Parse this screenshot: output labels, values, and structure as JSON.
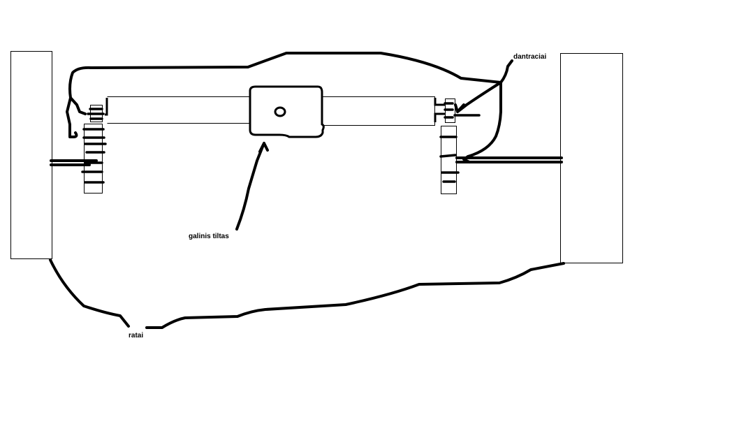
{
  "labels": {
    "gears": "dantraciai",
    "rear_axle": "galinis tiltas",
    "wheels": "ratai"
  }
}
